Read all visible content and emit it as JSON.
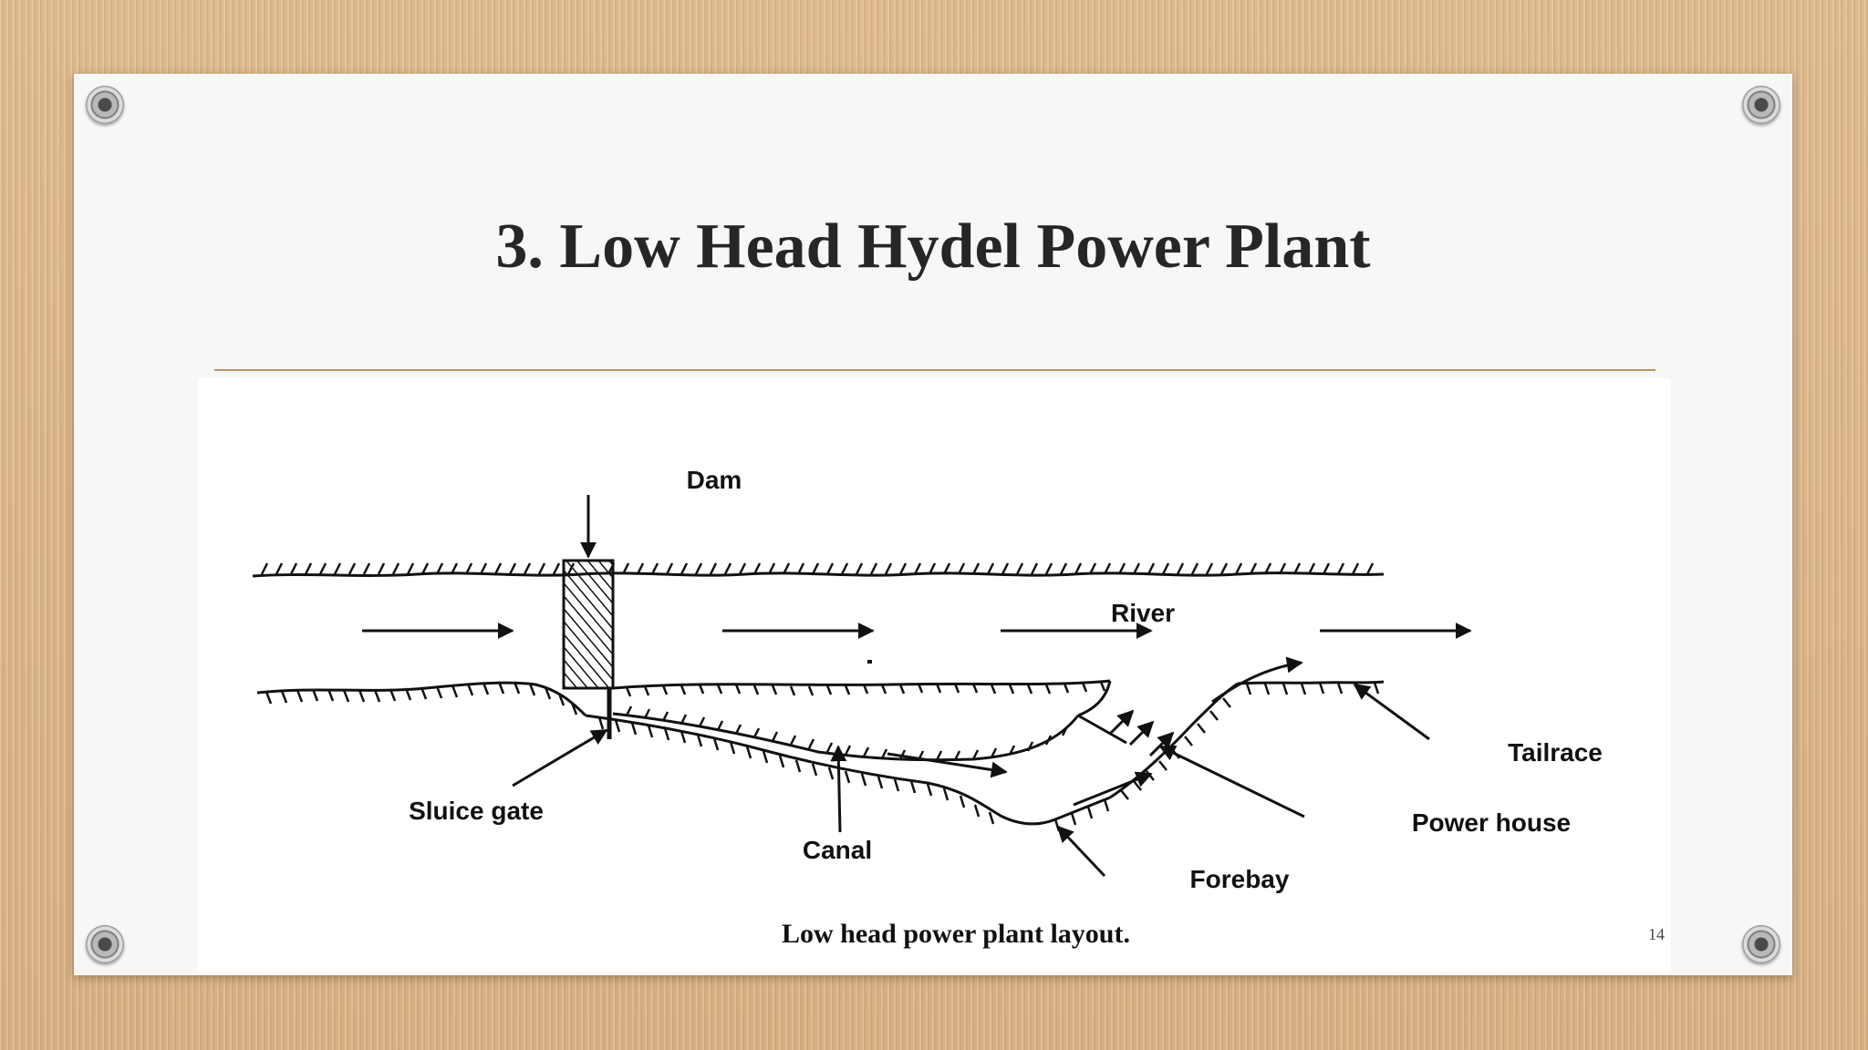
{
  "slide": {
    "title": "3. Low Head Hydel Power Plant",
    "page_number": "14"
  },
  "figure": {
    "labels": {
      "dam": "Dam",
      "river": "River",
      "sluice_gate": "Sluice gate",
      "canal": "Canal",
      "forebay": "Forebay",
      "power_house": "Power house",
      "tailrace": "Tailrace"
    },
    "caption": "Low head power plant layout."
  }
}
